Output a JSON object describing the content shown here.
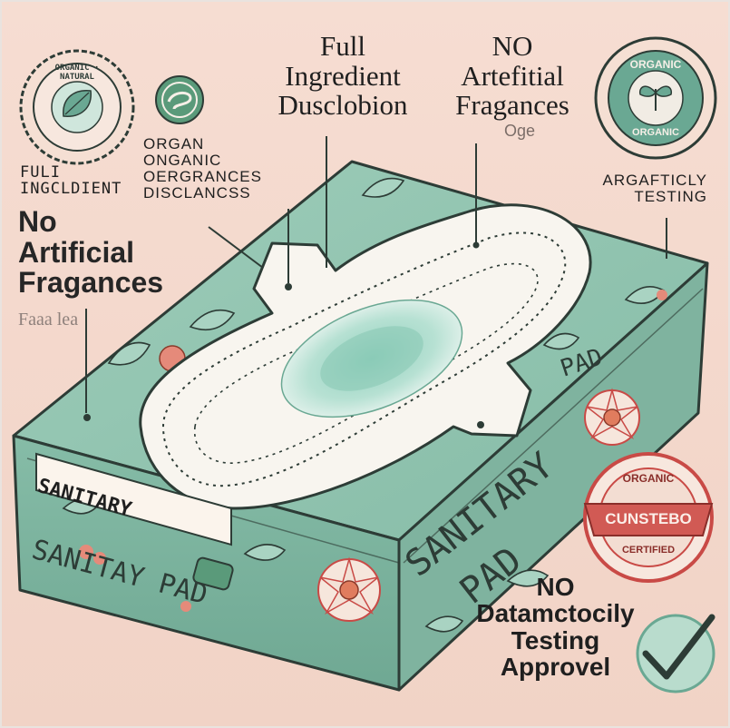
{
  "colors": {
    "background": "#f2d6ca",
    "package_top": "#8fc3b0",
    "package_side": "#7cb5a1",
    "pad": "#f7f4ee",
    "pad_center": "#9fd3c1",
    "seal_red": "#c94a46",
    "seal_green": "#5a9a7a",
    "line": "#2d3c36"
  },
  "labels": {
    "top_center": "Full\nIngredient\nDusclobion",
    "top_right": "NO\nArtefitial\nFragances",
    "top_right_small": "Oge",
    "left_small_1": "FULI\nINGCLDIENT",
    "left_center_small": "ORGAN\nONGANIC\nOERGRANCES\nDISCLANCSS",
    "left_big": "No\nArtificial\nFragances",
    "left_faded": "Faaa lea",
    "right_small": "ARGAFTICLY\nTESTING",
    "bottom_right": "NO\nDatamctocily\nTesting\nApprovel"
  },
  "package": {
    "side_label": "SANITARY",
    "side_print": "SANITAY PAD",
    "front_print_line1": "SANITARY",
    "front_print_line2": "PAD",
    "top_print": "PAD"
  },
  "seals": {
    "top_left": {
      "ring_text": "ORGANIC · NATURAL",
      "icon": "leaf-icon"
    },
    "top_left_small": {
      "icon": "swirl-icon"
    },
    "top_right": {
      "ring_top": "ORGANIC",
      "ring_bottom": "ORGANIC",
      "icon": "sprout-icon"
    },
    "bottom_right": {
      "ribbon": "CUNSTEBO",
      "ring_top": "ORGANIC",
      "ring_bottom": "CERTIFIED"
    },
    "check": {
      "icon": "checkmark-icon"
    }
  }
}
